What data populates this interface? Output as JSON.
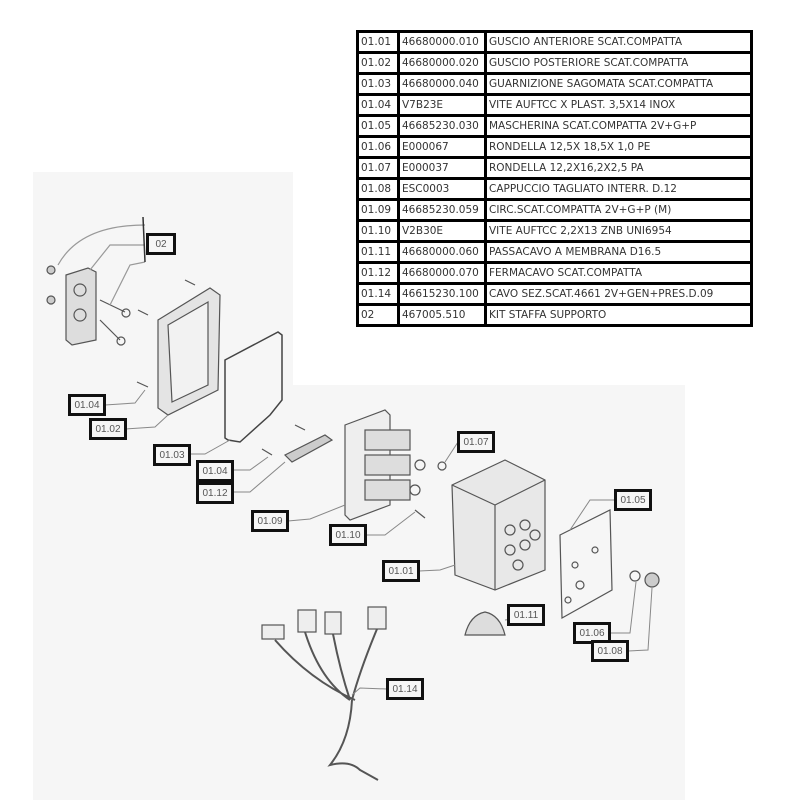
{
  "parts_table": {
    "rows": [
      {
        "pos": "01.01",
        "code": "46680000.010",
        "description": "GUSCIO ANTERIORE SCAT.COMPATTA"
      },
      {
        "pos": "01.02",
        "code": "46680000.020",
        "description": "GUSCIO POSTERIORE SCAT.COMPATTA"
      },
      {
        "pos": "01.03",
        "code": "46680000.040",
        "description": "GUARNIZIONE SAGOMATA SCAT.COMPATTA"
      },
      {
        "pos": "01.04",
        "code": "V7B23E",
        "description": "VITE AUFTCC X PLAST. 3,5X14 INOX"
      },
      {
        "pos": "01.05",
        "code": "46685230.030",
        "description": "MASCHERINA SCAT.COMPATTA 2V+G+P"
      },
      {
        "pos": "01.06",
        "code": "E000067",
        "description": "RONDELLA 12,5X 18,5X 1,0 PE"
      },
      {
        "pos": "01.07",
        "code": "E000037",
        "description": "RONDELLA 12,2X16,2X2,5 PA"
      },
      {
        "pos": "01.08",
        "code": "ESC0003",
        "description": "CAPPUCCIO TAGLIATO INTERR. D.12"
      },
      {
        "pos": "01.09",
        "code": "46685230.059",
        "description": "CIRC.SCAT.COMPATTA 2V+G+P (M)"
      },
      {
        "pos": "01.10",
        "code": "V2B30E",
        "description": "VITE AUFTCC 2,2X13 ZNB UNI6954"
      },
      {
        "pos": "01.11",
        "code": "46680000.060",
        "description": "PASSACAVO A MEMBRANA D16.5"
      },
      {
        "pos": "01.12",
        "code": "46680000.070",
        "description": "FERMACAVO SCAT.COMPATTA"
      },
      {
        "pos": "01.14",
        "code": "46615230.100",
        "description": "CAVO SEZ.SCAT.4661 2V+GEN+PRES.D.09"
      },
      {
        "pos": "02",
        "code": "467005.510",
        "description": "KIT STAFFA SUPPORTO"
      }
    ]
  },
  "callouts": {
    "c02": "02",
    "c0104a": "01.04",
    "c0102": "01.02",
    "c0103": "01.03",
    "c0104b": "01.04",
    "c0112": "01.12",
    "c0109": "01.09",
    "c0110": "01.10",
    "c0107": "01.07",
    "c0105": "01.05",
    "c0101": "01.01",
    "c0111": "01.11",
    "c0106": "01.06",
    "c0108": "01.08",
    "c0114": "01.14"
  }
}
